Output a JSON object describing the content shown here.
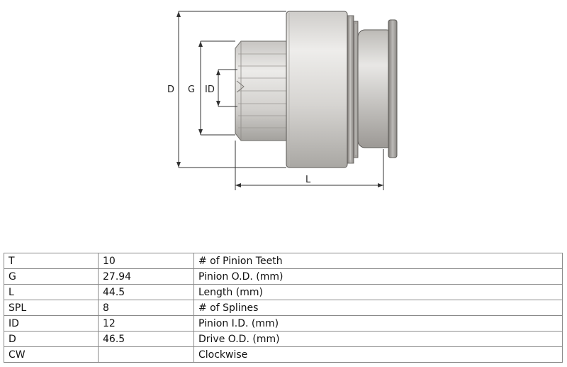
{
  "diagram": {
    "labels": {
      "d": "D",
      "g": "G",
      "id": "ID",
      "l": "L"
    },
    "colors": {
      "body": "#d9d7d4",
      "shade": "#8f8c88",
      "outline": "#5a5855",
      "dim": "#333333"
    }
  },
  "spec_table": {
    "rows": [
      {
        "code": "T",
        "value": "10",
        "description": "# of Pinion Teeth"
      },
      {
        "code": "G",
        "value": "27.94",
        "description": "Pinion O.D. (mm)"
      },
      {
        "code": "L",
        "value": "44.5",
        "description": "Length (mm)"
      },
      {
        "code": "SPL",
        "value": "8",
        "description": "# of Splines"
      },
      {
        "code": "ID",
        "value": "12",
        "description": "Pinion I.D. (mm)"
      },
      {
        "code": "D",
        "value": "46.5",
        "description": "Drive O.D. (mm)"
      },
      {
        "code": "CW",
        "value": "",
        "description": "Clockwise"
      }
    ]
  }
}
